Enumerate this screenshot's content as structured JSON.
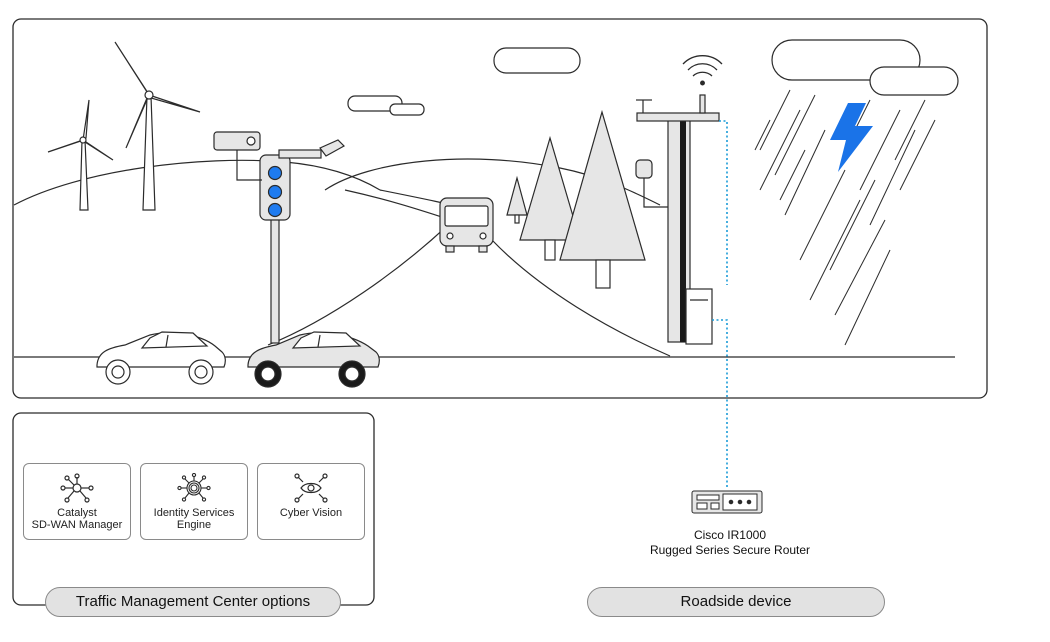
{
  "management_center": {
    "title": "Traffic Management Center options",
    "cards": [
      {
        "icon": "network-hub-icon",
        "label_line1": "Catalyst",
        "label_line2": "SD-WAN Manager"
      },
      {
        "icon": "fingerprint-hub-icon",
        "label_line1": "Identity Services",
        "label_line2": "Engine"
      },
      {
        "icon": "eye-hub-icon",
        "label_line1": "Cyber Vision",
        "label_line2": ""
      }
    ]
  },
  "roadside": {
    "title": "Roadside device",
    "device_line1": "Cisco IR1000",
    "device_line2": "Rugged Series Secure Router"
  },
  "colors": {
    "stroke": "#2b2b2b",
    "fill_light": "#e6e6e6",
    "signal_blue": "#1e7bf0",
    "lightning_blue": "#1a73e8",
    "link_blue": "#1a9bd7"
  }
}
